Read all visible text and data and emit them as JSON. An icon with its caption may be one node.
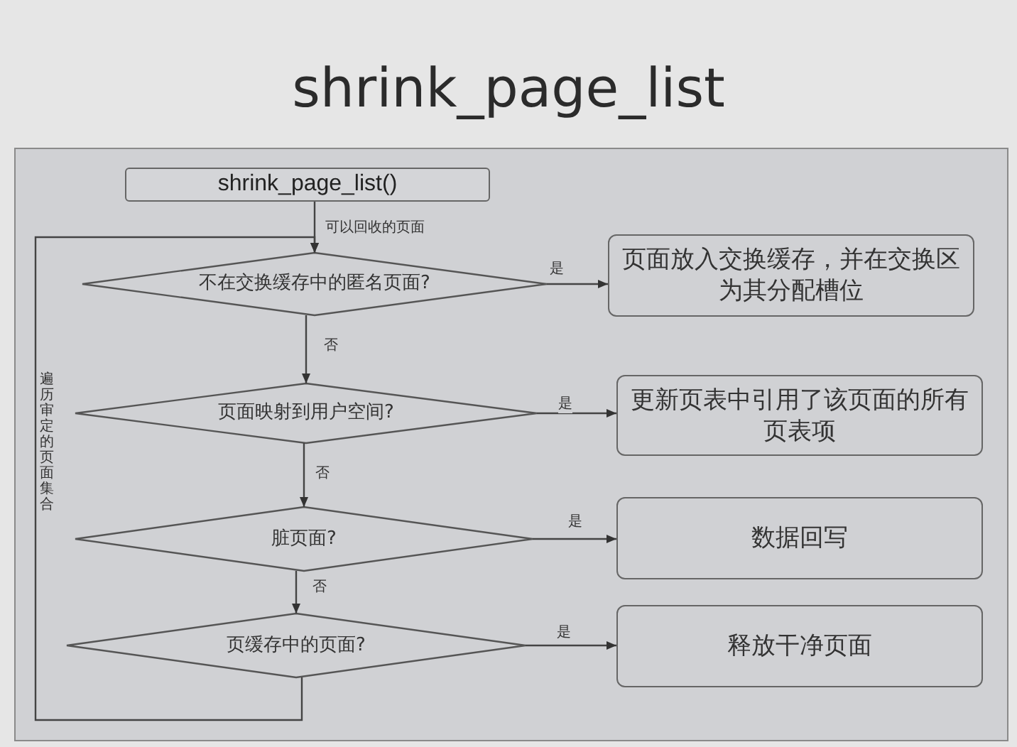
{
  "diagram": {
    "title": "shrink_page_list",
    "nodes": [
      {
        "text": [
          "shrink_page_list()"
        ]
      },
      {
        "text": [
          "不在交换缓存中的匿名页面?"
        ]
      },
      {
        "text": [
          "页面放入交换缓存，并在交换区为其分配槽位"
        ]
      },
      {
        "text": [
          "页面映射到用户空间?"
        ]
      },
      {
        "text": [
          "更新页表中引用了该页面的所有页表项"
        ]
      },
      {
        "text": [
          "脏页面?"
        ]
      },
      {
        "text": [
          "数据回写"
        ]
      },
      {
        "text": [
          "页缓存中的页面?"
        ]
      },
      {
        "text": [
          "释放干净页面"
        ]
      }
    ],
    "edges": [
      {
        "from": 0,
        "to": 1,
        "arrow": "to",
        "label": "可以回收的页面"
      },
      {
        "from": 1,
        "to": 2,
        "arrow": "to",
        "label": "是"
      },
      {
        "from": 1,
        "to": 3,
        "arrow": "to",
        "label": "否"
      },
      {
        "from": 3,
        "to": 4,
        "arrow": "to",
        "label": "是"
      },
      {
        "from": 3,
        "to": 5,
        "arrow": "to",
        "label": "否"
      },
      {
        "from": 5,
        "to": 6,
        "arrow": "to",
        "label": "是"
      },
      {
        "from": 5,
        "to": 7,
        "arrow": "to",
        "label": "否"
      },
      {
        "from": 7,
        "to": 8,
        "arrow": "to",
        "label": "是"
      },
      {
        "from": 7,
        "to": 1,
        "arrow": "to",
        "label": "遍历审定的页面集合"
      }
    ]
  }
}
